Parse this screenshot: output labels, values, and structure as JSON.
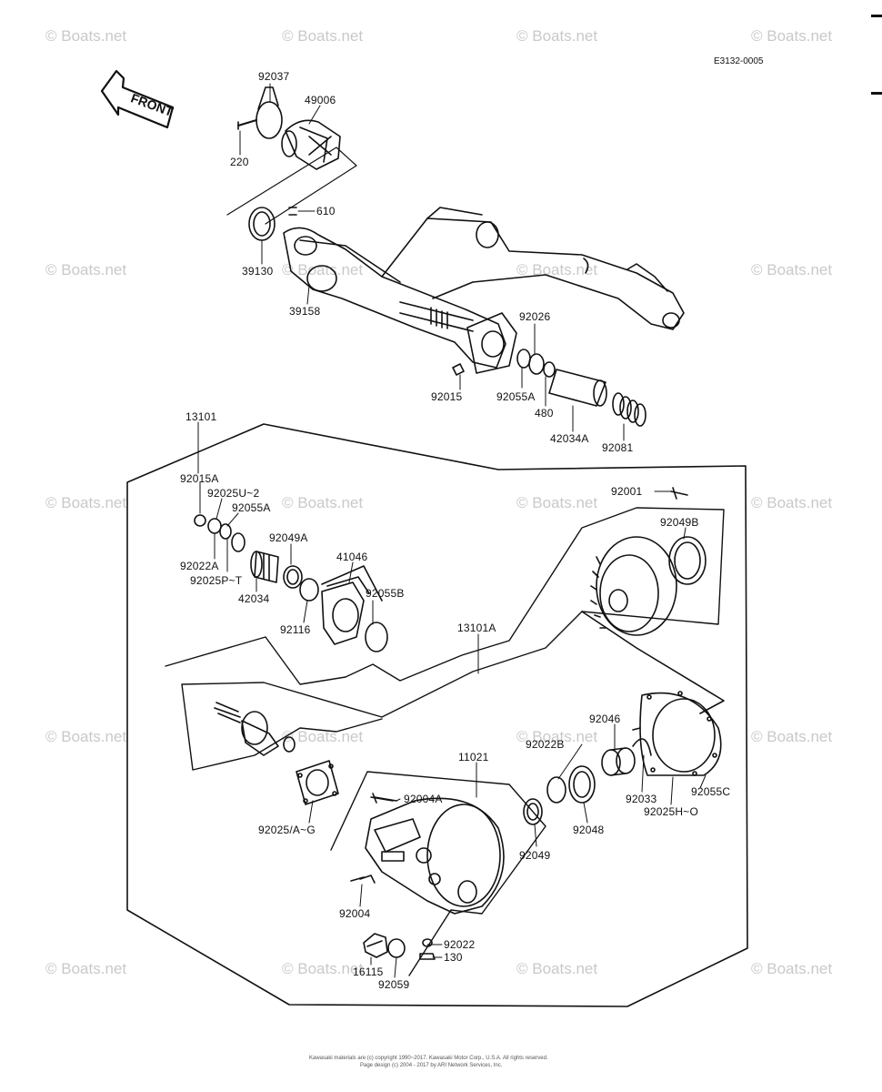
{
  "drawing_ref": "E3132-0005",
  "front_label": "FRONT",
  "watermark": "© Boats.net",
  "copyright": {
    "line1": "Kawasaki materials are (c) copyright 1990~2017. Kawasaki Motor Corp., U.S.A. All rights reserved.",
    "line2": "Page design (c) 2004 - 2017 by ARI Network Services, Inc."
  },
  "parts": {
    "p92037": "92037",
    "p49006": "49006",
    "p220": "220",
    "p610": "610",
    "p39130": "39130",
    "p39158": "39158",
    "p92026": "92026",
    "p92015": "92015",
    "p92055A_top": "92055A",
    "p480": "480",
    "p42034A": "42034A",
    "p92081": "92081",
    "p13101": "13101",
    "p92015A": "92015A",
    "p92025U2": "92025U~2",
    "p92055A_mid": "92055A",
    "p92022A": "92022A",
    "p92025PT": "92025P~T",
    "p92049A": "92049A",
    "p42034": "42034",
    "p41046": "41046",
    "p92116": "92116",
    "p92055B": "92055B",
    "p13101A": "13101A",
    "p92001": "92001",
    "p92049B": "92049B",
    "p92046": "92046",
    "p92022B": "92022B",
    "p11021": "11021",
    "p92004A": "92004A",
    "p92025AG": "92025/A~G",
    "p92033": "92033",
    "p92055C": "92055C",
    "p92025HO": "92025H~O",
    "p92048": "92048",
    "p92049": "92049",
    "p92004": "92004",
    "p92022": "92022",
    "p130": "130",
    "p16115": "16115",
    "p92059": "92059"
  }
}
